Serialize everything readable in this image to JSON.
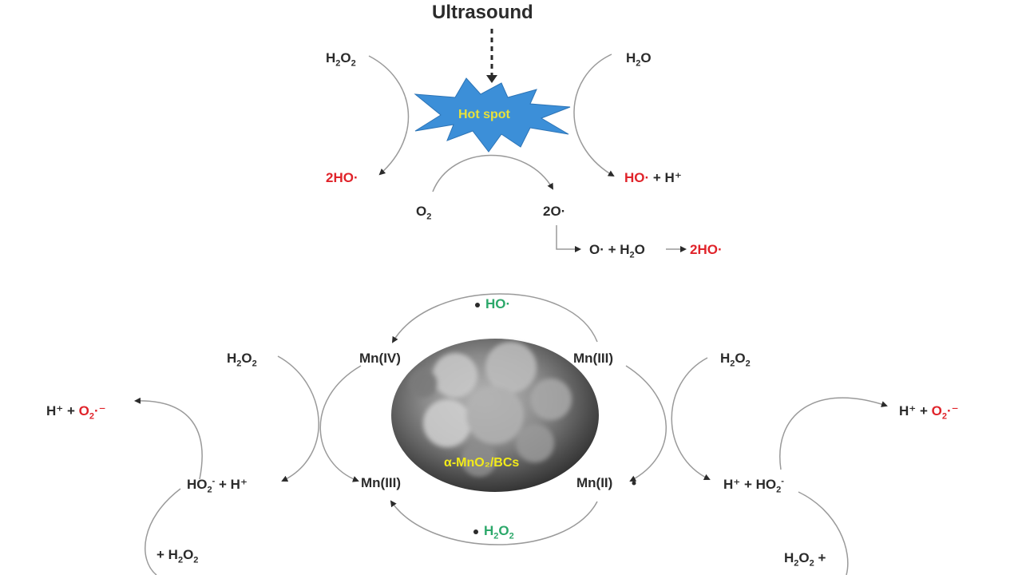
{
  "title": "Ultrasound",
  "hotspot_label": "Hot spot",
  "material_label": "α-MnO₂/BCs",
  "colors": {
    "red": "#e0232a",
    "green": "#2ca86a",
    "text": "#2b2b2b",
    "hotspot_fill": "#3c8fd8",
    "hotspot_text": "#e8e23a",
    "material_text": "#f2ea1a",
    "arrow": "#9a9a9a"
  },
  "top": {
    "h2o2_in": "H2O2",
    "h2o_in": "H2O",
    "two_ho": "2HO·",
    "ho_plus_h": {
      "ho": "HO·",
      "rest": " + H⁺"
    },
    "o2": "O2",
    "two_o": "2O·",
    "chain": {
      "left": "O· + H2O",
      "arrow": "→",
      "right": "2HO·"
    }
  },
  "bottom": {
    "mn_iv": "Mn(IV)",
    "mn_iii_top": "Mn(III)",
    "mn_iii_bottom": "Mn(III)",
    "mn_ii": "Mn(II)",
    "ho_green": "HO·",
    "h2o2_green": "H2O2",
    "h2o2_left": "H2O2",
    "h2o2_right": "H2O2",
    "left_product": {
      "h": "H⁺ + ",
      "o2": "O2·⁻"
    },
    "right_product": {
      "h": "H⁺ + ",
      "o2": "O2·⁻"
    },
    "ho2_left": "HO2⁻ + H⁺",
    "ho2_right": "H⁺ + HO2⁻",
    "plus_h2o2_left": "+ H2O2",
    "h2o2_plus_right": "H2O2 +"
  }
}
